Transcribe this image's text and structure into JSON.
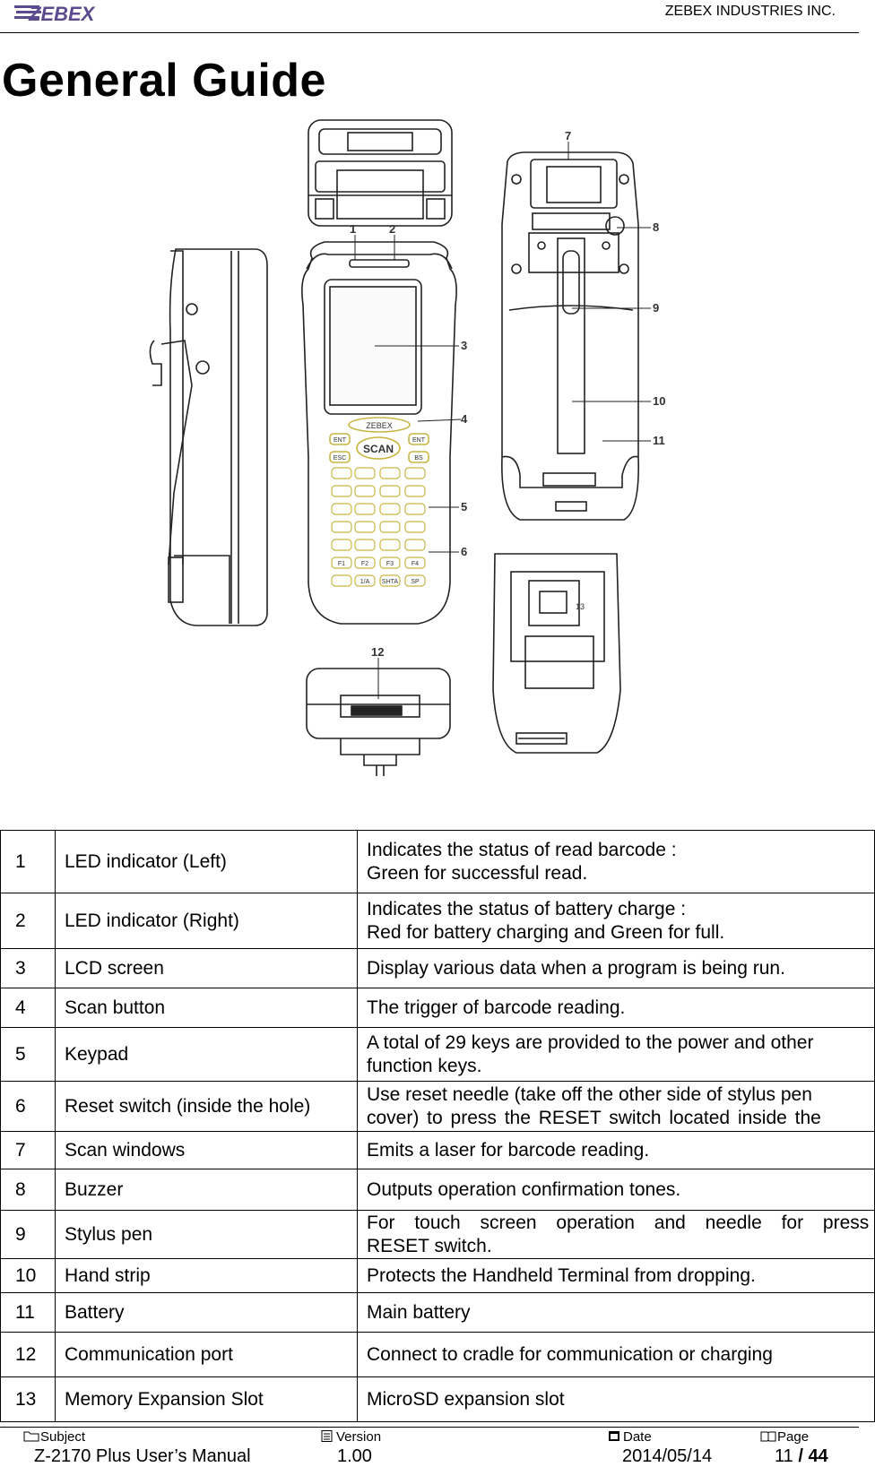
{
  "header": {
    "logo_text": "ZEBEX",
    "company": "ZEBEX INDUSTRIES INC."
  },
  "title": "General Guide",
  "figure": {
    "callouts": [
      "1",
      "2",
      "3",
      "4",
      "5",
      "6",
      "7",
      "8",
      "9",
      "10",
      "11",
      "12",
      "13"
    ],
    "keypad": {
      "brand": "ZEBEX",
      "scan_key": "SCAN",
      "keys_row1": [
        "ENT",
        "ENT"
      ],
      "keys_row2": [
        "ESC",
        "BS"
      ],
      "fkeys": [
        "F1",
        "F2",
        "F3",
        "F4"
      ],
      "bottom_keys": [
        "1/A",
        "SHTA",
        "SP"
      ]
    }
  },
  "parts": [
    {
      "num": "1",
      "name": "LED indicator (Left)",
      "desc": [
        "Indicates the status of read barcode :",
        "Green for successful read."
      ]
    },
    {
      "num": "2",
      "name": "LED indicator (Right)",
      "desc": [
        "Indicates the status of battery charge :",
        "Red for battery charging and Green for full."
      ]
    },
    {
      "num": "3",
      "name": "LCD screen",
      "desc": [
        "Display various data when a program is being run."
      ]
    },
    {
      "num": "4",
      "name": "Scan button",
      "desc": [
        "The trigger of barcode reading."
      ]
    },
    {
      "num": "5",
      "name": "Keypad",
      "desc": [
        "A total of 29 keys are provided to the power and other",
        "function keys."
      ]
    },
    {
      "num": "6",
      "name": "Reset switch (inside the hole)",
      "desc": [
        "Use reset needle (take off the other side of stylus pen",
        "cover) to press the RESET switch located inside the"
      ]
    },
    {
      "num": "7",
      "name": "Scan windows",
      "desc": [
        "Emits a laser for barcode reading."
      ]
    },
    {
      "num": "8",
      "name": "Buzzer",
      "desc": [
        "Outputs operation confirmation tones."
      ]
    },
    {
      "num": "9",
      "name": "Stylus pen",
      "desc": [
        "For touch screen operation and needle for press",
        "RESET switch."
      ]
    },
    {
      "num": "10",
      "name": "Hand strip",
      "desc": [
        "Protects the Handheld Terminal from dropping."
      ]
    },
    {
      "num": "11",
      "name": "Battery",
      "desc": [
        "Main battery"
      ]
    },
    {
      "num": "12",
      "name": "Communication port",
      "desc": [
        "Connect to cradle for communication or charging"
      ]
    },
    {
      "num": "13",
      "name": "Memory Expansion Slot",
      "desc": [
        "MicroSD expansion slot"
      ]
    }
  ],
  "footer": {
    "subject_label": "Subject",
    "subject_value": "Z-2170 Plus User’s Manual",
    "version_label": "Version",
    "version_value": "1.00",
    "date_label": "Date",
    "date_value": "2014/05/14",
    "page_label": "Page",
    "page_current": "11",
    "page_sep": " / ",
    "page_total": "44"
  },
  "colors": {
    "logo": "#5a4b8f",
    "key_outline": "#d8c64a"
  }
}
